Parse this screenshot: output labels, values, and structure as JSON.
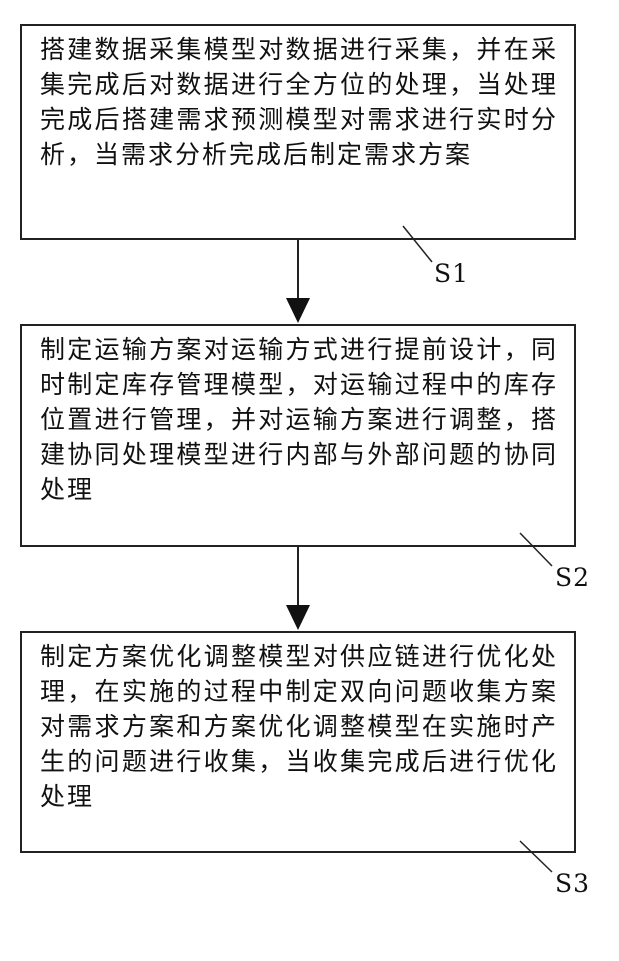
{
  "steps": [
    {
      "id": "S1",
      "text": "搭建数据采集模型对数据进行采集，并在采集完成后对数据进行全方位的处理，当处理完成后搭建需求预测模型对需求进行实时分析，当需求分析完成后制定需求方案"
    },
    {
      "id": "S2",
      "text": "制定运输方案对运输方式进行提前设计，同时制定库存管理模型，对运输过程中的库存位置进行管理，并对运输方案进行调整，搭建协同处理模型进行内部与外部问题的协同处理"
    },
    {
      "id": "S3",
      "text": "制定方案优化调整模型对供应链进行优化处理，在实施的过程中制定双向问题收集方案对需求方案和方案优化调整模型在实施时产生的问题进行收集，当收集完成后进行优化处理"
    }
  ]
}
